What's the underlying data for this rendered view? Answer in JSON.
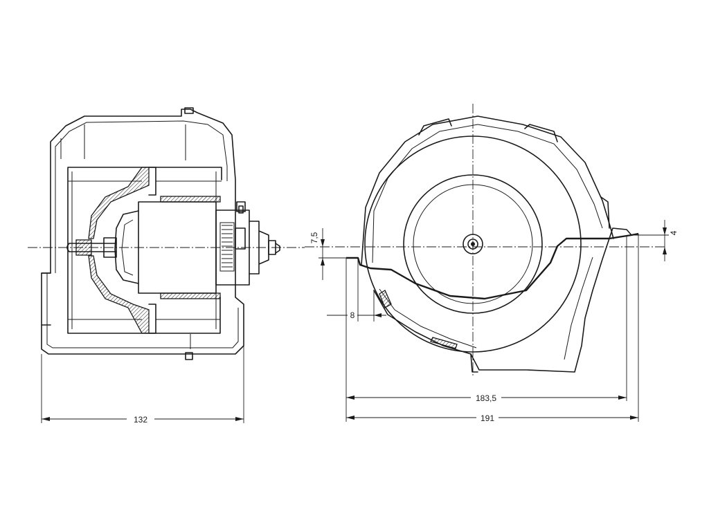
{
  "dimensions": {
    "width_side": "132",
    "width_flange": "183,5",
    "width_total": "191",
    "offset_top": "7,5",
    "offset_right": "4",
    "offset_left": "8"
  }
}
